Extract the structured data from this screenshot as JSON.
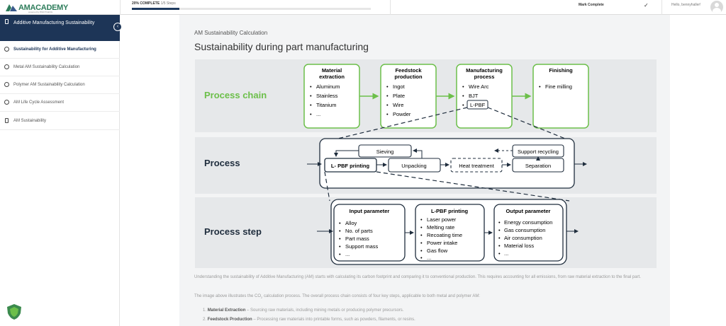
{
  "brand": {
    "logo_text": "AMACADEMY",
    "logo_prefix": "AM",
    "logo_suffix": "ACADEMY",
    "tagline": "powered by BWOTGENG"
  },
  "header": {
    "progress_percent_label": "20% COMPLETE",
    "progress_steps": "1/5 Steps",
    "progress_fraction": 0.2,
    "mark_complete": "Mark Complete",
    "check_icon": "check-icon",
    "greeting": "Hello, bennyhaller!"
  },
  "sidebar": {
    "active_section": "Additive Manufacturing Sustainability",
    "items": [
      {
        "label": "Sustainability for Additive Manufacturing",
        "icon": "circle-icon",
        "current": true
      },
      {
        "label": "Metal AM Sustainability Calculation",
        "icon": "circle-icon"
      },
      {
        "label": "Polymer AM Sustainability Calculation",
        "icon": "circle-icon"
      },
      {
        "label": "AM Life Cycle Assessment",
        "icon": "circle-icon"
      },
      {
        "label": "AM Sustainability",
        "icon": "page-icon"
      }
    ]
  },
  "main": {
    "eyebrow": "AM Sustainability Calculation",
    "title": "Sustainability during part manufacturing",
    "figure": {
      "row_labels": [
        "Process chain",
        "Process",
        "Process step"
      ],
      "chain_boxes": [
        {
          "title": [
            "Material",
            "extraction"
          ],
          "items": [
            "Aluminum",
            "Stainless",
            "Titanium",
            "..."
          ]
        },
        {
          "title": [
            "Feedstock",
            "production"
          ],
          "items": [
            "Ingot",
            "Plate",
            "Wire",
            "Powder"
          ]
        },
        {
          "title": [
            "Manufacturing",
            "process"
          ],
          "items": [
            "Wire Arc",
            "BJT",
            "L-PBF"
          ]
        },
        {
          "title": [
            "Finishing"
          ],
          "items": [
            "Fine milling"
          ]
        }
      ],
      "process_nodes": {
        "printing": "L- PBF printing",
        "sieving": "Sieving",
        "unpacking": "Unpacking",
        "heat_treatment": "Heat treatment",
        "support_recycling": "Support recycling",
        "separation": "Separation"
      },
      "step_boxes": [
        {
          "title": "Input parameter",
          "items": [
            "Alloy",
            "No. of parts",
            "Part mass",
            "Support mass",
            "..."
          ]
        },
        {
          "title": "L-PBF printing",
          "items": [
            "Laser power",
            "Melting rate",
            "Recoating time",
            "Power intake",
            "Gas flow",
            "..."
          ]
        },
        {
          "title": "Output parameter",
          "items": [
            "Energy consumption",
            "Gas consumption",
            "Air consumption",
            "Material loss",
            "..."
          ]
        }
      ],
      "colors": {
        "green": "#6cbf4a",
        "dark": "#1f2d3d",
        "row_bg": "#e6e8ea"
      }
    },
    "paragraph1": "Understanding the sustainability of Additive Manufacturing (AM) starts with calculating its carbon footprint and comparing it to conventional production. This requires accounting for all emissions, from raw material extraction to the final part.",
    "paragraph2_pre": "The image above illustrates the CO",
    "paragraph2_sub": "2",
    "paragraph2_post": " calculation process. The overall process chain consists of four key steps, applicable to both metal and polymer AM:",
    "list": [
      {
        "num": "1.",
        "bold": "Material Extraction",
        "text": " – Sourcing raw materials, including mining metals or producing polymer precursors."
      },
      {
        "num": "2.",
        "bold": "Feedstock Production",
        "text": " – Processing raw materials into printable forms, such as powders, filaments, or resins."
      }
    ]
  }
}
